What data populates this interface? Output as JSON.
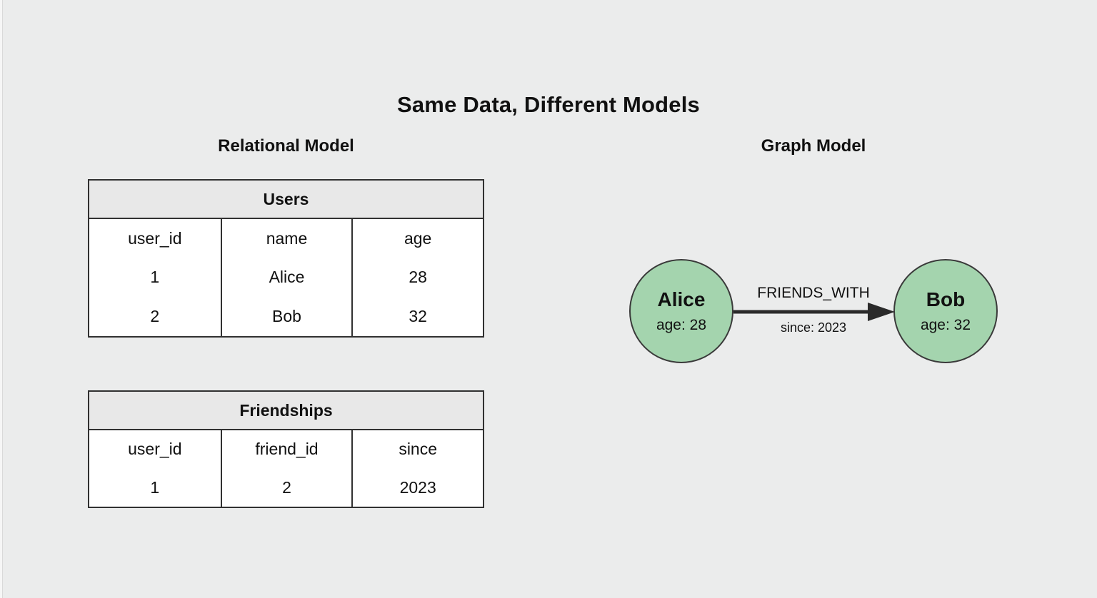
{
  "page": {
    "title": "Same Data, Different Models"
  },
  "relational": {
    "label": "Relational Model",
    "tables": [
      {
        "title": "Users",
        "columns": [
          "user_id",
          "name",
          "age"
        ],
        "rows": [
          [
            "1",
            "Alice",
            "28"
          ],
          [
            "2",
            "Bob",
            "32"
          ]
        ]
      },
      {
        "title": "Friendships",
        "columns": [
          "user_id",
          "friend_id",
          "since"
        ],
        "rows": [
          [
            "1",
            "2",
            "2023"
          ]
        ]
      }
    ]
  },
  "graph": {
    "label": "Graph Model",
    "nodes": [
      {
        "name": "Alice",
        "property": "age: 28"
      },
      {
        "name": "Bob",
        "property": "age: 32"
      }
    ],
    "edge": {
      "label": "FRIENDS_WITH",
      "property": "since: 2023"
    }
  },
  "colors": {
    "background": "#ebecec",
    "table_header_bg": "#e8e8e8",
    "table_body_bg": "#ffffff",
    "border": "#313131",
    "node_fill": "#a4d4ae",
    "node_border": "#3a3a3a",
    "arrow": "#2a2a2a",
    "text": "#111111"
  }
}
